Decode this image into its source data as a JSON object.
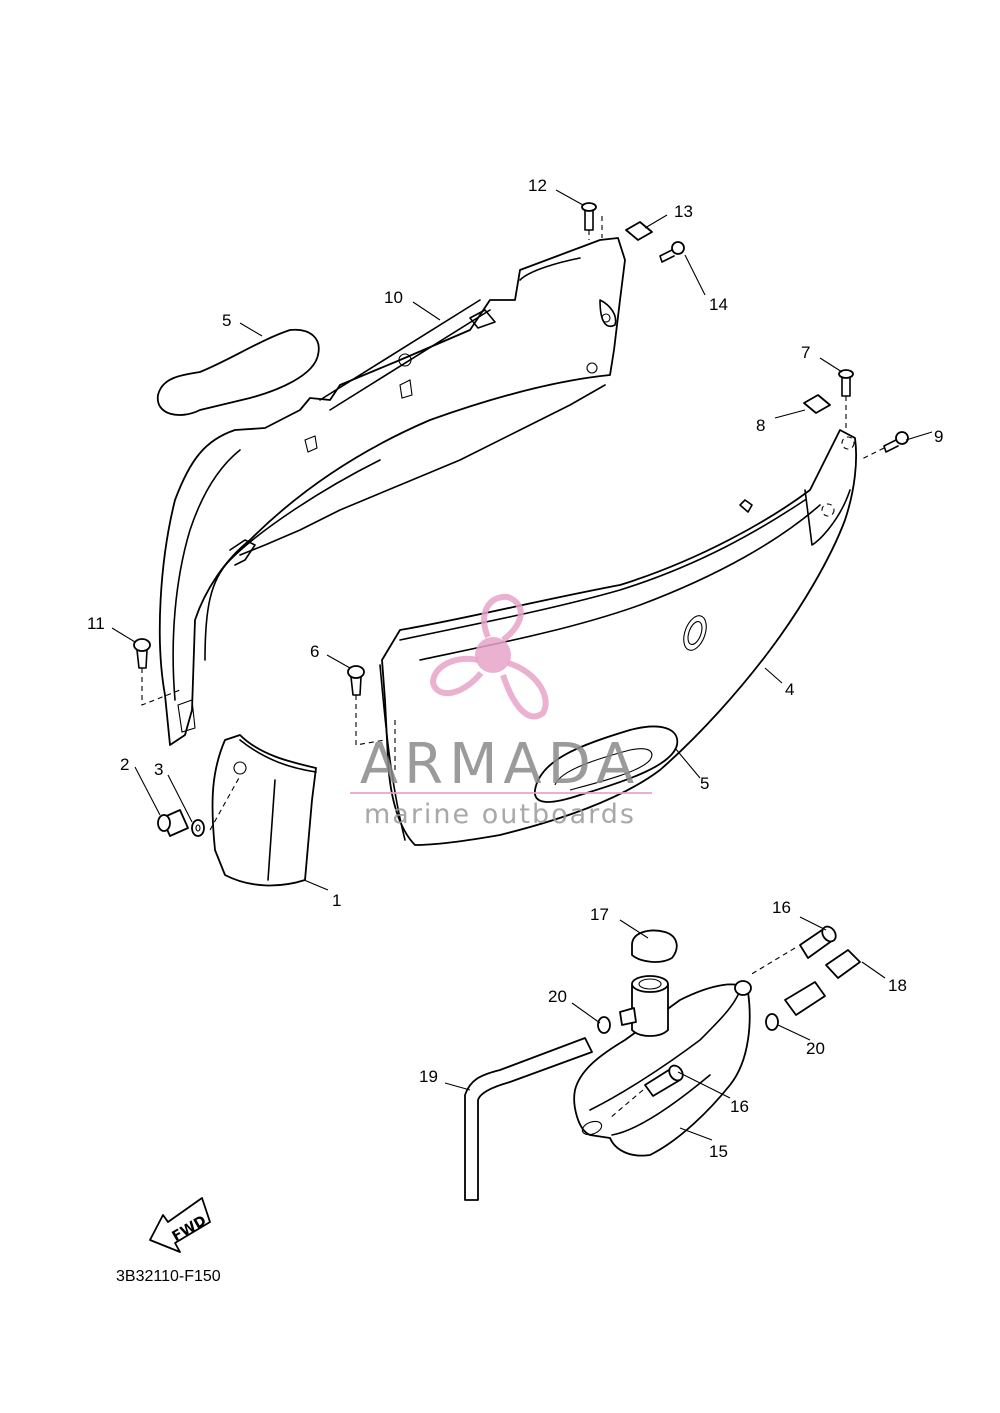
{
  "diagram": {
    "callouts": [
      "12",
      "13",
      "14",
      "10",
      "5",
      "7",
      "8",
      "9",
      "11",
      "6",
      "4",
      "3",
      "2",
      "5",
      "1",
      "17",
      "16",
      "18",
      "20",
      "20",
      "19",
      "16",
      "15"
    ],
    "fwd_label": "FWD",
    "drawing_code": "3B32110-F150"
  },
  "watermark": {
    "brand": "ARMADA",
    "tagline": "marine outboards",
    "logo_color": "#e8a3c9"
  }
}
